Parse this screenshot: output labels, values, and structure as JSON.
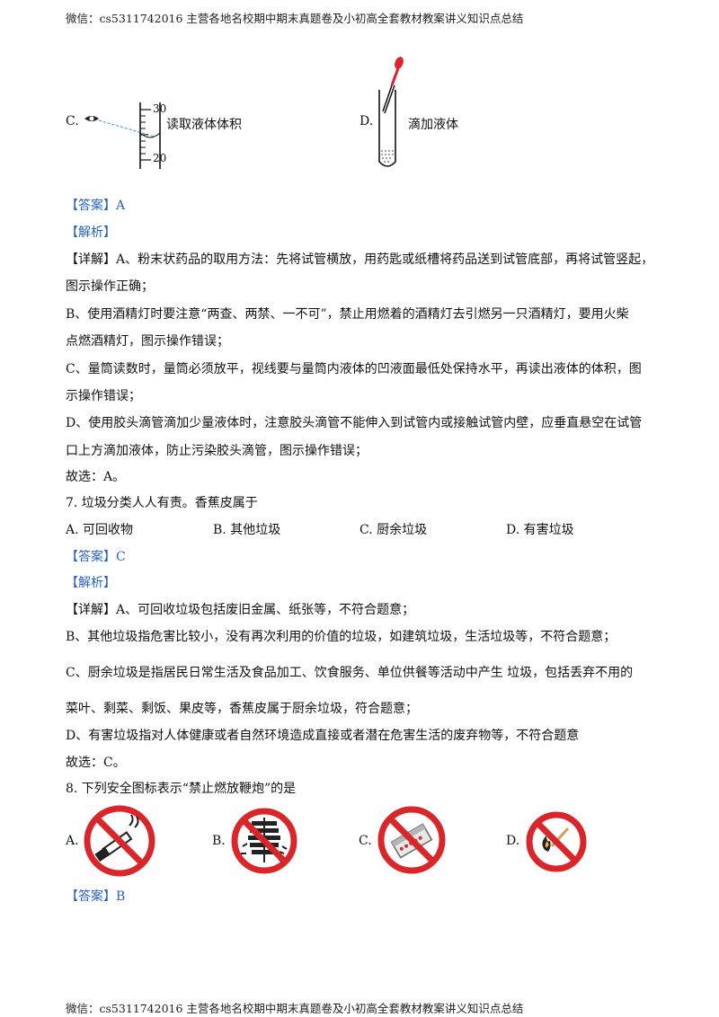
{
  "header": {
    "text": "微信：cs5311742016  主营各地名校期中期末真题卷及小初高全套教材教案讲义知识点总结"
  },
  "footer": {
    "text": "微信：cs5311742016  主营各地名校期中期末真题卷及小初高全套教材教案讲义知识点总结"
  },
  "q6": {
    "optC_label": "C.",
    "optC_caption": "读取液体体积",
    "cyl_top": "30",
    "cyl_bottom": "20",
    "optD_label": "D.",
    "optD_caption": "滴加液体",
    "answer": "【答案】A",
    "analysis": "【解析】",
    "lines": [
      "【详解】A、粉末状药品的取用方法：先将试管横放，用药匙或纸槽将药品送到试管底部，再将试管竖起，",
      "图示操作正确；",
      "B、使用酒精灯时要注意“两查、两禁、一不可”，禁止用燃着的酒精灯去引燃另一只酒精灯，要用火柴",
      "点燃酒精灯，图示操作错误；",
      "C、量筒读数时，量筒必须放平，视线要与量筒内液体的凹液面最低处保持水平，再读出液体的体积，图",
      "示操作错误；",
      "D、使用胶头滴管滴加少量液体时，注意胶头滴管不能伸入到试管内或接触试管内壁，应垂直悬空在试管",
      "口上方滴加液体，防止污染胶头滴管，图示操作错误；",
      "故选：A。"
    ]
  },
  "q7": {
    "stem": "7. 垃圾分类人人有责。香蕉皮属于",
    "options": [
      "A. 可回收物",
      "B. 其他垃圾",
      "C. 厨余垃圾",
      "D. 有害垃圾"
    ],
    "answer": "【答案】C",
    "analysis": "【解析】",
    "lines": [
      "【详解】A、可回收垃圾包括废旧金属、纸张等，不符合题意；",
      "B、其他垃圾指危害比较小，没有再次利用的价值的垃圾，如建筑垃圾，生活垃圾等，不符合题意；",
      "C、厨余垃圾是指居民日常生活及食品加工、饮食服务、单位供餐等活动中产生   垃圾，包括丢弃不用的",
      "菜叶、剩菜、剩饭、果皮等，香蕉皮属于厨余垃圾，符合题意；",
      "D、有害垃圾指对人体健康或者自然环境造成直接或者潜在危害生活的废弃物等，不符合题意",
      "故选：C。"
    ]
  },
  "q8": {
    "stem": "8. 下列安全图标表示“禁止燃放鞭炮”的是",
    "option_labels": [
      "A.",
      "B.",
      "C.",
      "D."
    ],
    "answer": "【答案】B",
    "sign_color": "#d8262b"
  }
}
